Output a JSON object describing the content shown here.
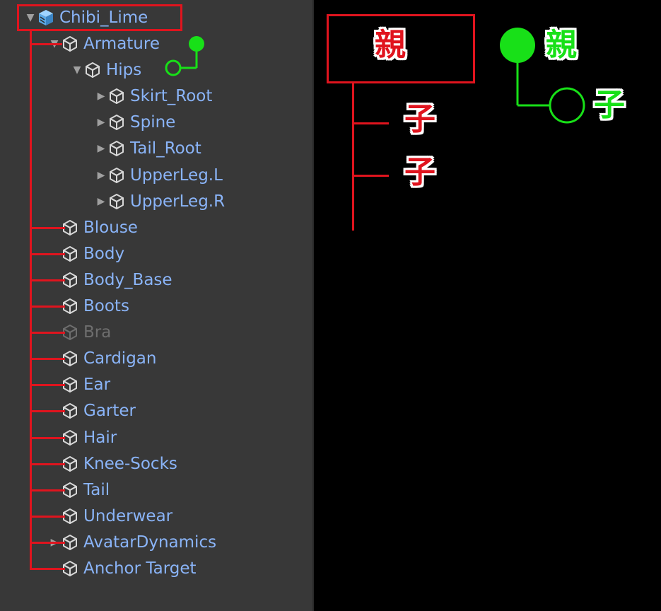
{
  "hierarchy": {
    "root": {
      "label": "Chibi_Lime",
      "expanded": true
    },
    "items": [
      {
        "label": "Armature",
        "depth": 1,
        "arrow": "expanded"
      },
      {
        "label": "Hips",
        "depth": 2,
        "arrow": "expanded"
      },
      {
        "label": "Skirt_Root",
        "depth": 3,
        "arrow": "collapsed"
      },
      {
        "label": "Spine",
        "depth": 3,
        "arrow": "collapsed"
      },
      {
        "label": "Tail_Root",
        "depth": 3,
        "arrow": "collapsed"
      },
      {
        "label": "UpperLeg.L",
        "depth": 3,
        "arrow": "collapsed"
      },
      {
        "label": "UpperLeg.R",
        "depth": 3,
        "arrow": "collapsed"
      },
      {
        "label": "Blouse",
        "depth": 1,
        "arrow": "none"
      },
      {
        "label": "Body",
        "depth": 1,
        "arrow": "none"
      },
      {
        "label": "Body_Base",
        "depth": 1,
        "arrow": "none"
      },
      {
        "label": "Boots",
        "depth": 1,
        "arrow": "none"
      },
      {
        "label": "Bra",
        "depth": 1,
        "arrow": "none",
        "inactive": true
      },
      {
        "label": "Cardigan",
        "depth": 1,
        "arrow": "none"
      },
      {
        "label": "Ear",
        "depth": 1,
        "arrow": "none"
      },
      {
        "label": "Garter",
        "depth": 1,
        "arrow": "none"
      },
      {
        "label": "Hair",
        "depth": 1,
        "arrow": "none"
      },
      {
        "label": "Knee-Socks",
        "depth": 1,
        "arrow": "none"
      },
      {
        "label": "Tail",
        "depth": 1,
        "arrow": "none"
      },
      {
        "label": "Underwear",
        "depth": 1,
        "arrow": "none"
      },
      {
        "label": "AvatarDynamics",
        "depth": 1,
        "arrow": "collapsed"
      },
      {
        "label": "Anchor Target",
        "depth": 1,
        "arrow": "none"
      }
    ]
  },
  "legend": {
    "red_parent": "親",
    "red_child_1": "子",
    "red_child_2": "子",
    "green_parent": "親",
    "green_child": "子"
  },
  "colors": {
    "panel": "#383838",
    "label": "#8ab4f8",
    "label_inactive": "#6e6e6e",
    "red": "#e0141e",
    "green": "#18e018"
  },
  "icons": {
    "expand": "triangle-down-icon",
    "collapse": "triangle-right-icon",
    "object": "cube-outline-icon",
    "prefab": "prefab-cube-icon"
  }
}
